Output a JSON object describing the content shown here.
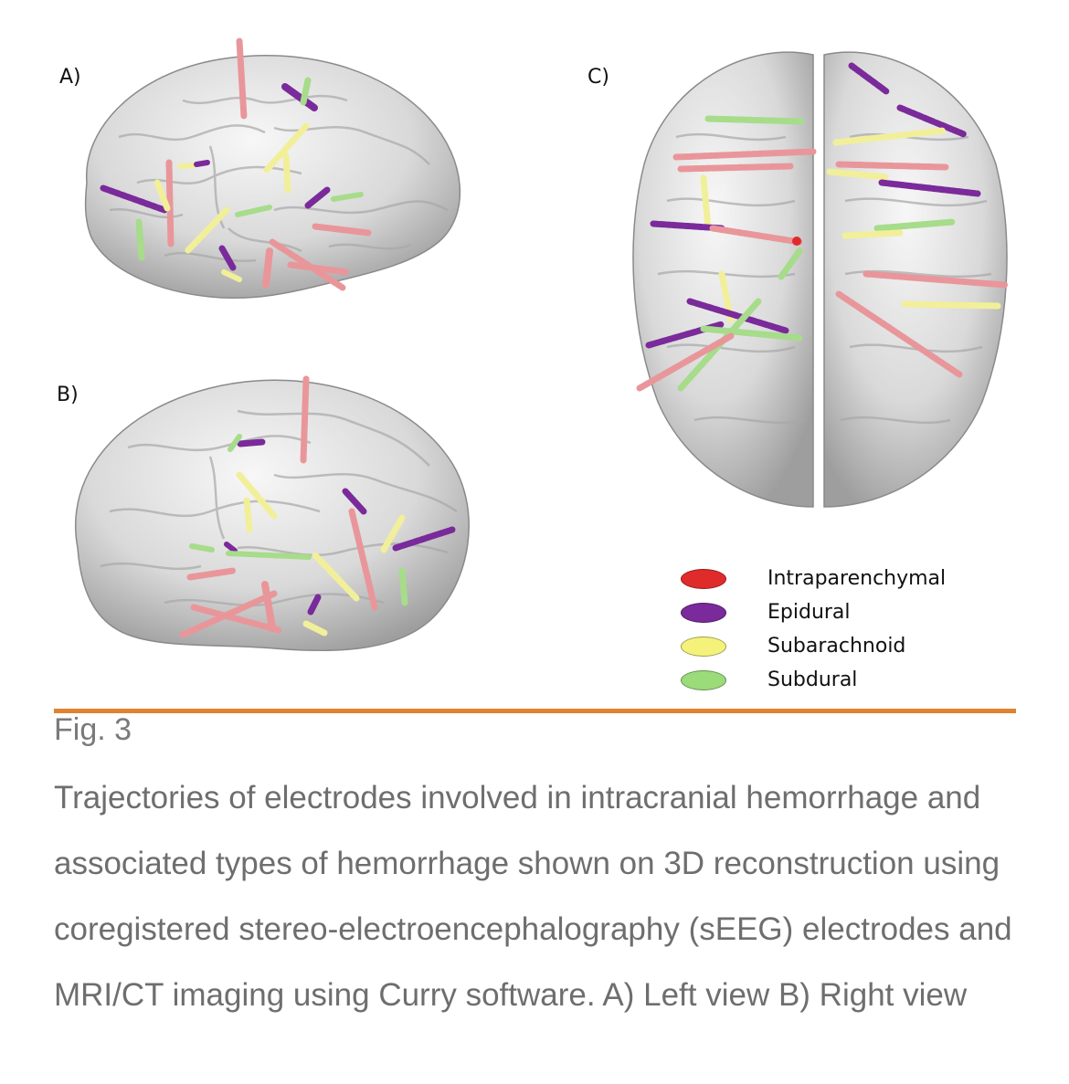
{
  "figure": {
    "panels": [
      {
        "label": "A)"
      },
      {
        "label": "B)"
      },
      {
        "label": "C)"
      }
    ],
    "legend": [
      {
        "label": "Intraparenchymal",
        "color": "#e02b2b"
      },
      {
        "label": "Epidural",
        "color": "#7a2a9a"
      },
      {
        "label": "Subarachnoid",
        "color": "#f4f27a"
      },
      {
        "label": "Subdural",
        "color": "#9bdb7a"
      }
    ],
    "electrode_colors": {
      "pink": "#e9969a",
      "purple": "#7a2a9a",
      "yellow": "#f2ef9a",
      "green": "#a6dc8a"
    }
  },
  "caption": {
    "figure_number": "Fig. 3",
    "text": "Trajectories of electrodes involved in intracranial hemorrhage and associated types of hemorrhage shown on 3D reconstruction using coregistered stereo-electroencephalography (sEEG) electrodes and MRI/CT imaging using Curry software. A) Left view B) Right view"
  },
  "divider_color": "#e0822f"
}
